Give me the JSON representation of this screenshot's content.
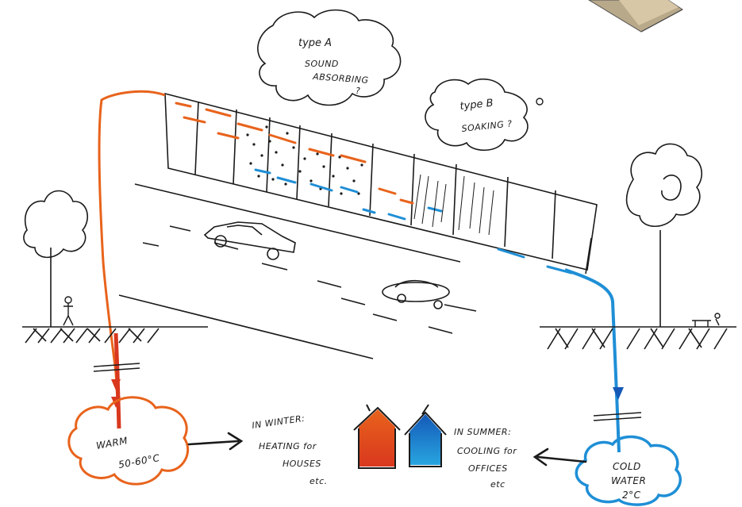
{
  "bubble_a": {
    "line1": "type A",
    "line2": "SOUND",
    "line3": "ABSORBING",
    "line4": "?"
  },
  "bubble_b": {
    "line1": "type B",
    "line2": "SOAKING ?"
  },
  "warm": {
    "line1": "WARM",
    "line2": "50-60°C"
  },
  "cold": {
    "line1": "COLD",
    "line2": "WATER",
    "line3": "2°C"
  },
  "winter": {
    "line1": "IN WINTER:",
    "line2": "HEATING for",
    "line3": "HOUSES",
    "line4": "etc."
  },
  "summer": {
    "line1": "IN SUMMER:",
    "line2": "COOLING for",
    "line3": "OFFICES",
    "line4": "etc"
  },
  "colors": {
    "ink": "#1a1a1a",
    "warm": "#e8631c",
    "warm_dark": "#d9381e",
    "cold": "#1f8fd6",
    "cold_dark": "#1459b8"
  }
}
